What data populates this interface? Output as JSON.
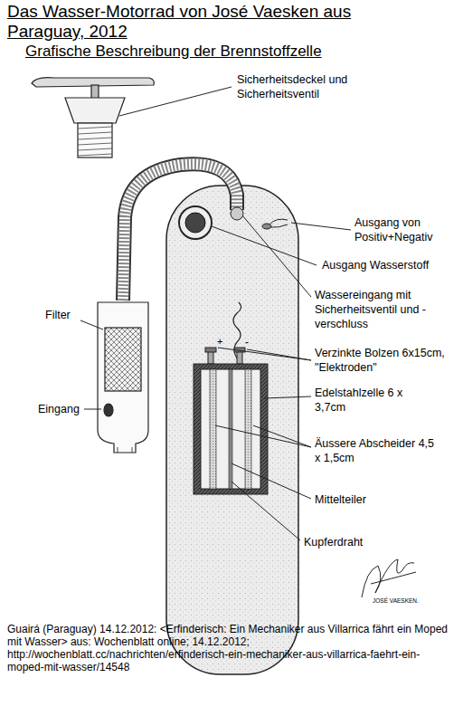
{
  "diagram": {
    "title": "Das Wasser-Motorrad von José Vaesken aus Paraguay, 2012",
    "caption": "Guairá (Paraguay) 14.12.2012: <Erfinderisch: Ein Mechaniker aus Villarrica fährt ein Moped mit Wasser> aus: Wochenblatt online; 14.12.2012; http://wochenblatt.cc/nachrichten/erfinderisch-ein-mechaniker-aus-villarrica-faehrt-ein-moped-mit-wasser/14548",
    "labels": [
      "Grafische Beschreibung der Brennstoffzelle",
      "Sicherheitsdeckel und Sicherheitsventil",
      "Ausgang von Positiv+Negativ",
      "Ausgang Wasserstoff",
      "Wassereingang mit Sicherheitsventil und -verschluss",
      "Verzinkte Bolzen 6x15cm, \"Elektroden\"",
      "Edelstahlzelle 6 x 3,7cm",
      "Äussere Abscheider 4,5 x 1,5cm",
      "Mittelteiler",
      "Kupferdraht",
      "Filter",
      "Eingang",
      "+",
      "-",
      "JOSÉ VAESKEN."
    ]
  }
}
